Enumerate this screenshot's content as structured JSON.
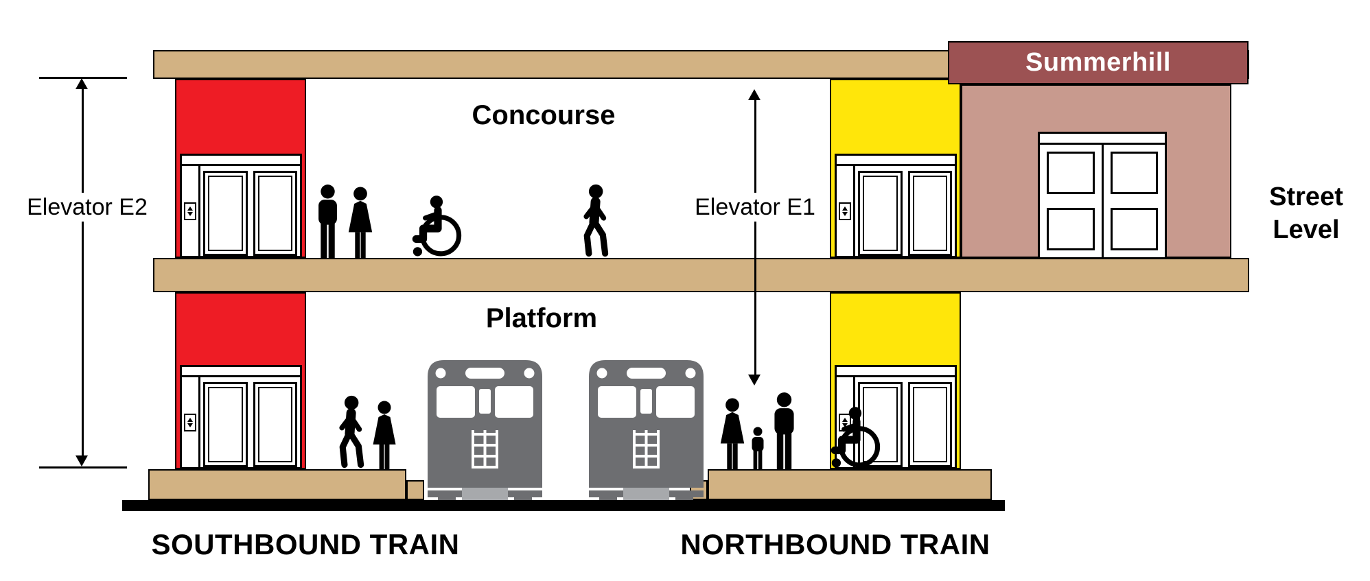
{
  "station": {
    "banner": "Summerhill"
  },
  "levels": {
    "concourse_label": "Concourse",
    "platform_label": "Platform",
    "street_level_label": "Street Level"
  },
  "elevators": {
    "e1_label": "Elevator E1",
    "e2_label": "Elevator E2"
  },
  "tracks": {
    "southbound_label": "SOUTHBOUND TRAIN",
    "northbound_label": "NORTHBOUND TRAIN"
  },
  "colors": {
    "slab": "#d2b283",
    "e2_shaft": "#ee1c25",
    "e1_shaft": "#ffe60a",
    "banner": "#9c5253",
    "building": "#c89a8e",
    "train": "#6d6e71",
    "ink": "#000000"
  }
}
